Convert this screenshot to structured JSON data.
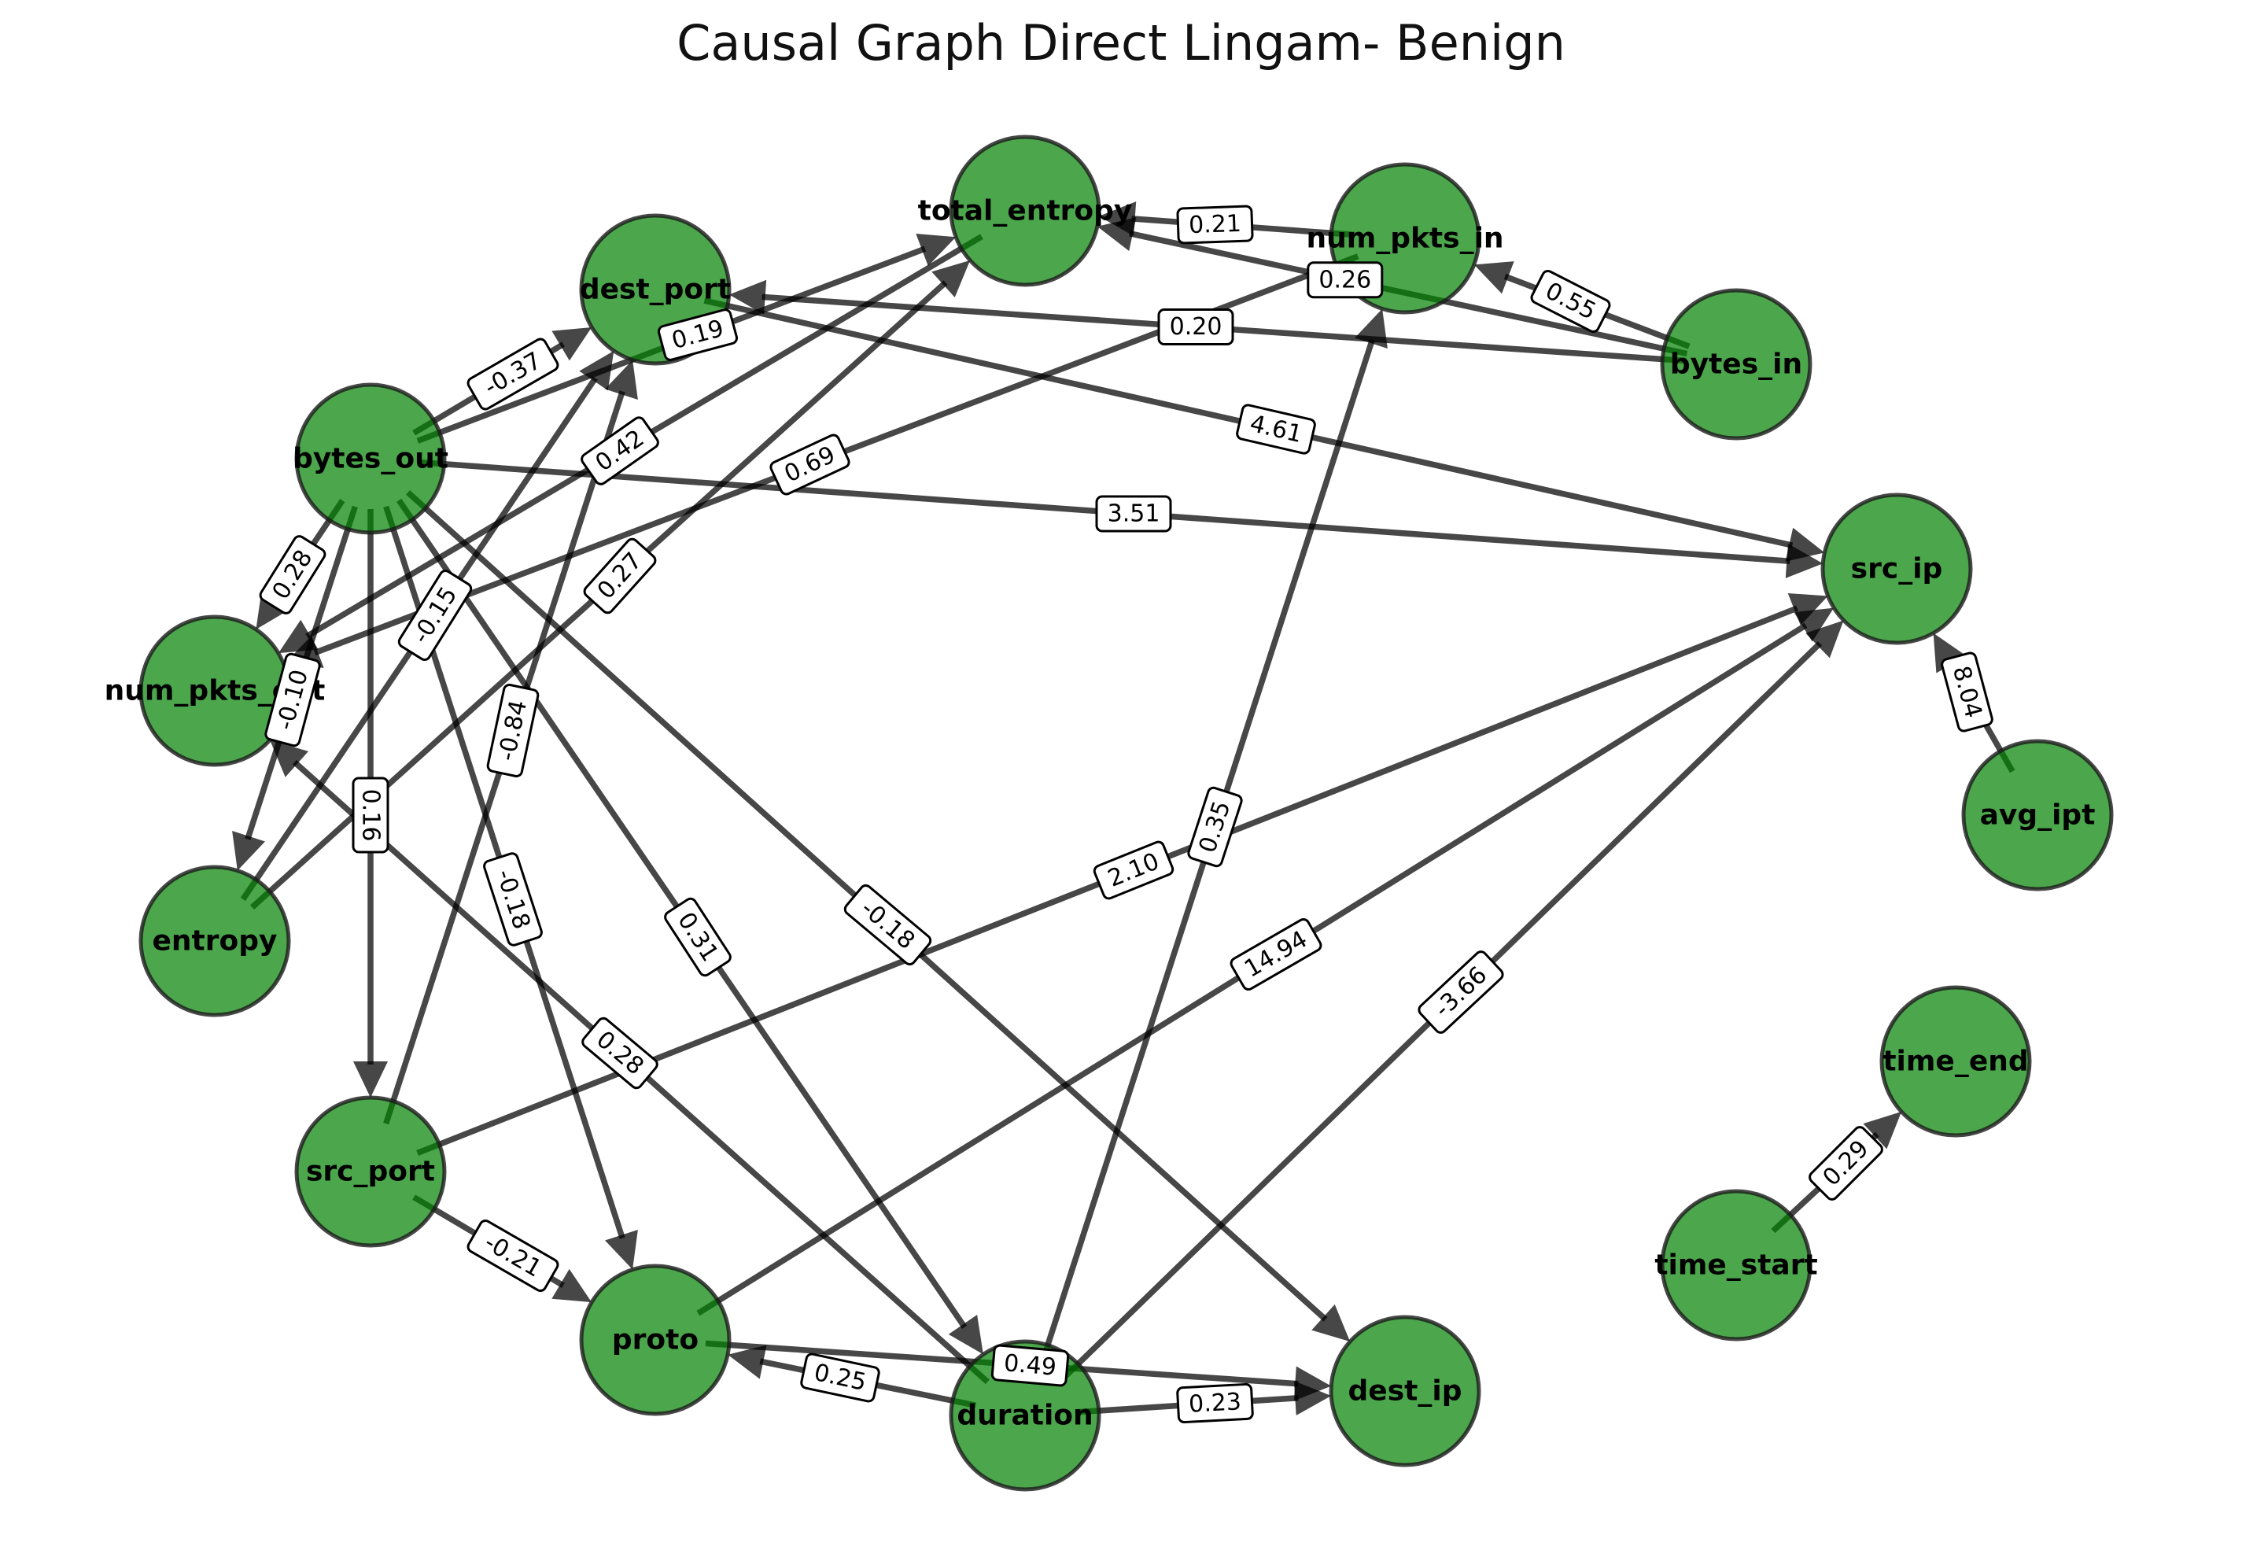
{
  "title": "Causal Graph Direct Lingam- Benign",
  "colors": {
    "node_fill": "#008000",
    "node_border": "#1a1a1a",
    "edge": "#000000",
    "label_box": "#ffffff"
  },
  "nodes": [
    {
      "id": "total_entropy",
      "label": "total_entropy"
    },
    {
      "id": "num_pkts_in",
      "label": "num_pkts_in"
    },
    {
      "id": "dest_port",
      "label": "dest_port"
    },
    {
      "id": "bytes_in",
      "label": "bytes_in"
    },
    {
      "id": "bytes_out",
      "label": "bytes_out"
    },
    {
      "id": "src_ip",
      "label": "src_ip"
    },
    {
      "id": "num_pkts_out",
      "label": "num_pkts_out"
    },
    {
      "id": "avg_ipt",
      "label": "avg_ipt"
    },
    {
      "id": "entropy",
      "label": "entropy"
    },
    {
      "id": "time_end",
      "label": "time_end"
    },
    {
      "id": "src_port",
      "label": "src_port"
    },
    {
      "id": "time_start",
      "label": "time_start"
    },
    {
      "id": "proto",
      "label": "proto"
    },
    {
      "id": "duration",
      "label": "duration"
    },
    {
      "id": "dest_ip",
      "label": "dest_ip"
    }
  ],
  "edges": [
    {
      "from": "num_pkts_in",
      "to": "total_entropy",
      "weight": "0.21"
    },
    {
      "from": "bytes_in",
      "to": "total_entropy",
      "weight": "0.26"
    },
    {
      "from": "bytes_in",
      "to": "num_pkts_in",
      "weight": "0.55"
    },
    {
      "from": "bytes_in",
      "to": "dest_port",
      "weight": "0.20"
    },
    {
      "from": "bytes_out",
      "to": "total_entropy",
      "weight": "0.19"
    },
    {
      "from": "bytes_out",
      "to": "dest_port",
      "weight": "-0.37"
    },
    {
      "from": "bytes_out",
      "to": "src_ip",
      "weight": "3.51"
    },
    {
      "from": "bytes_out",
      "to": "num_pkts_out",
      "weight": "0.28"
    },
    {
      "from": "bytes_out",
      "to": "entropy",
      "weight": "-0.10"
    },
    {
      "from": "bytes_out",
      "to": "src_port",
      "weight": "0.16"
    },
    {
      "from": "bytes_out",
      "to": "proto",
      "weight": "-0.18"
    },
    {
      "from": "bytes_out",
      "to": "duration",
      "weight": "0.31"
    },
    {
      "from": "bytes_out",
      "to": "dest_ip",
      "weight": "-0.18"
    },
    {
      "from": "dest_port",
      "to": "src_ip",
      "weight": "4.61"
    },
    {
      "from": "total_entropy",
      "to": "num_pkts_out",
      "weight": "0.42"
    },
    {
      "from": "num_pkts_in",
      "to": "num_pkts_out",
      "weight": "0.69"
    },
    {
      "from": "entropy",
      "to": "total_entropy",
      "weight": "0.27"
    },
    {
      "from": "entropy",
      "to": "dest_port",
      "weight": "-0.15"
    },
    {
      "from": "src_port",
      "to": "dest_port",
      "weight": "-0.84"
    },
    {
      "from": "src_port",
      "to": "src_ip",
      "weight": "2.10"
    },
    {
      "from": "src_port",
      "to": "proto",
      "weight": "-0.21"
    },
    {
      "from": "avg_ipt",
      "to": "src_ip",
      "weight": "8.04"
    },
    {
      "from": "time_start",
      "to": "time_end",
      "weight": "0.29"
    },
    {
      "from": "duration",
      "to": "num_pkts_out",
      "weight": "0.28"
    },
    {
      "from": "duration",
      "to": "num_pkts_in",
      "weight": "0.35"
    },
    {
      "from": "duration",
      "to": "src_ip",
      "weight": "-3.66"
    },
    {
      "from": "duration",
      "to": "proto",
      "weight": "0.25"
    },
    {
      "from": "duration",
      "to": "dest_ip",
      "weight": "0.23"
    },
    {
      "from": "proto",
      "to": "src_ip",
      "weight": "14.94"
    },
    {
      "from": "proto",
      "to": "dest_ip",
      "weight": "0.49"
    }
  ]
}
